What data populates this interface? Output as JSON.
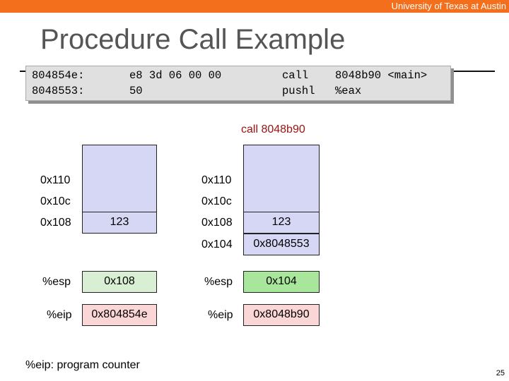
{
  "header": {
    "university": "University of Texas at Austin"
  },
  "slide": {
    "title": "Procedure Call Example",
    "page_number": "25",
    "footnote": "%eip: program counter",
    "caption": "call 8048b90"
  },
  "code": {
    "lines": [
      {
        "addr": "804854e:",
        "bytes": "e8 3d 06 00 00",
        "mnemonic": "call",
        "operand": "8048b90 <main>"
      },
      {
        "addr": "8048553:",
        "bytes": "50",
        "mnemonic": "pushl",
        "operand": "%eax"
      }
    ]
  },
  "before": {
    "addresses": [
      "0x110",
      "0x10c",
      "0x108"
    ],
    "stack_value": "123",
    "esp_label": "%esp",
    "esp_value": "0x108",
    "eip_label": "%eip",
    "eip_value": "0x804854e"
  },
  "after": {
    "addresses": [
      "0x110",
      "0x10c",
      "0x108",
      "0x104"
    ],
    "stack_value": "123",
    "pushed_value": "0x8048553",
    "esp_label": "%esp",
    "esp_value": "0x104",
    "eip_label": "%eip",
    "eip_value": "0x8048b90"
  },
  "colors": {
    "header_bar": "#f36f1b",
    "stack_fill": "#d6d6f5",
    "esp_fill_before": "#d9efd3",
    "esp_fill_after": "#a8e69c",
    "eip_fill": "#fbd6d6",
    "caption_text": "#9b1111"
  }
}
